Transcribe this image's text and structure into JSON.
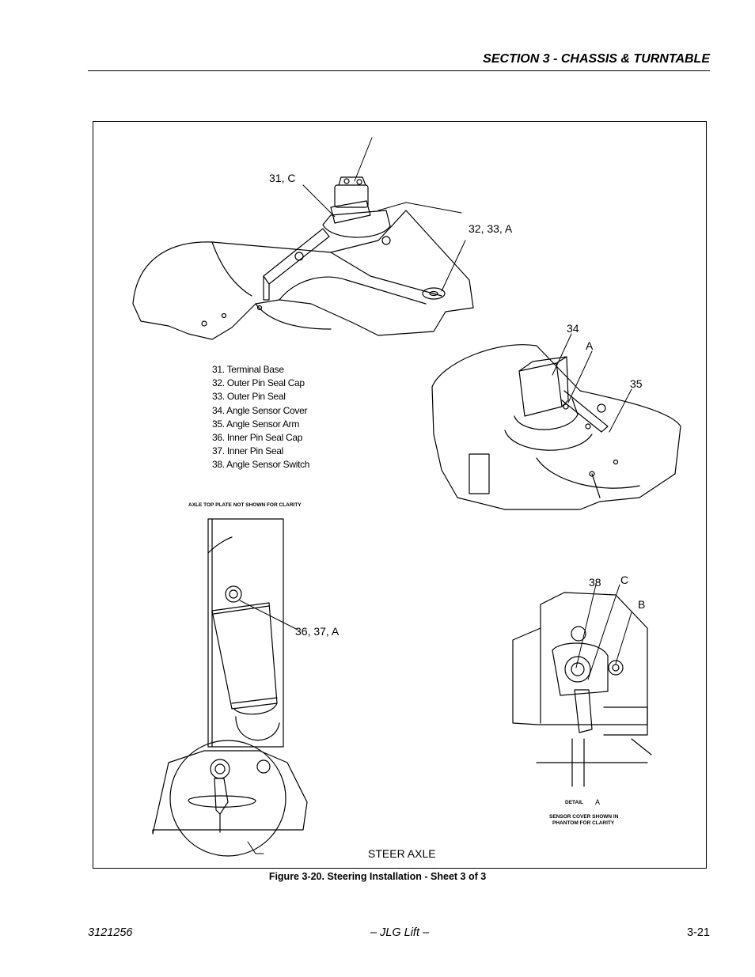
{
  "header": {
    "section_title": "SECTION 3 - CHASSIS & TURNTABLE"
  },
  "figure": {
    "callouts": {
      "c31": "31, C",
      "c32": "32, 33, A",
      "c34": "34",
      "cA": "A",
      "c35": "35",
      "c36": "36, 37, A",
      "c38": "38",
      "cC": "C",
      "cB": "B"
    },
    "parts_list": [
      "31.  Terminal Base",
      "32.  Outer Pin Seal Cap",
      "33.  Outer Pin Seal",
      "34.  Angle Sensor Cover",
      "35.  Angle Sensor Arm",
      "36.  Inner Pin Seal Cap",
      "37.  Inner Pin Seal",
      "38.  Angle Sensor Switch"
    ],
    "notes": {
      "axle_top_plate": "AXLE TOP PLATE NOT SHOWN FOR CLARITY",
      "detail": "DETAIL",
      "detail_letter": "A",
      "sensor_cover_line1": "SENSOR COVER SHOWN IN",
      "sensor_cover_line2": "PHANTOM FOR CLARITY",
      "steer_axle": "STEER AXLE"
    },
    "caption": "Figure 3-20.  Steering Installation - Sheet 3 of 3"
  },
  "footer": {
    "doc_number": "3121256",
    "center": "– JLG Lift –",
    "page_number": "3-21"
  }
}
